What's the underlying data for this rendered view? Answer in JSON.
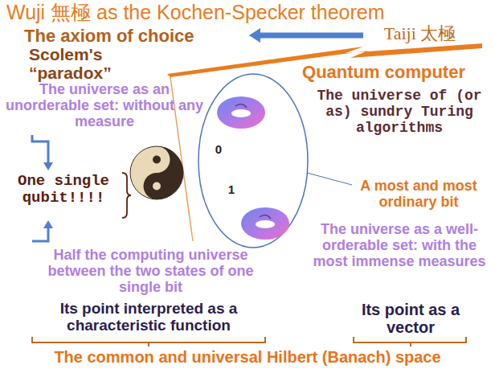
{
  "diagram": {
    "title": "Wuji 無極 as the Kochen-Specker theorem",
    "labels": [
      "Taiji 太極",
      "The axiom of choice",
      "Scolem's “paradox”",
      "Quantum computer",
      "The universe as an unorderable set: without any measure",
      "The universe of (or as) sundry Turing algorithms",
      "0",
      "One single qubit!!!!",
      "1",
      "A most and most ordinary bit",
      "The universe as a well- orderable set: with the most immense measures",
      "Half the computing universe between the two states of one single bit",
      "Its point interpreted as a characteristic function",
      "Its point as a vector",
      "The common and universal Hilbert (Banach) space"
    ]
  }
}
